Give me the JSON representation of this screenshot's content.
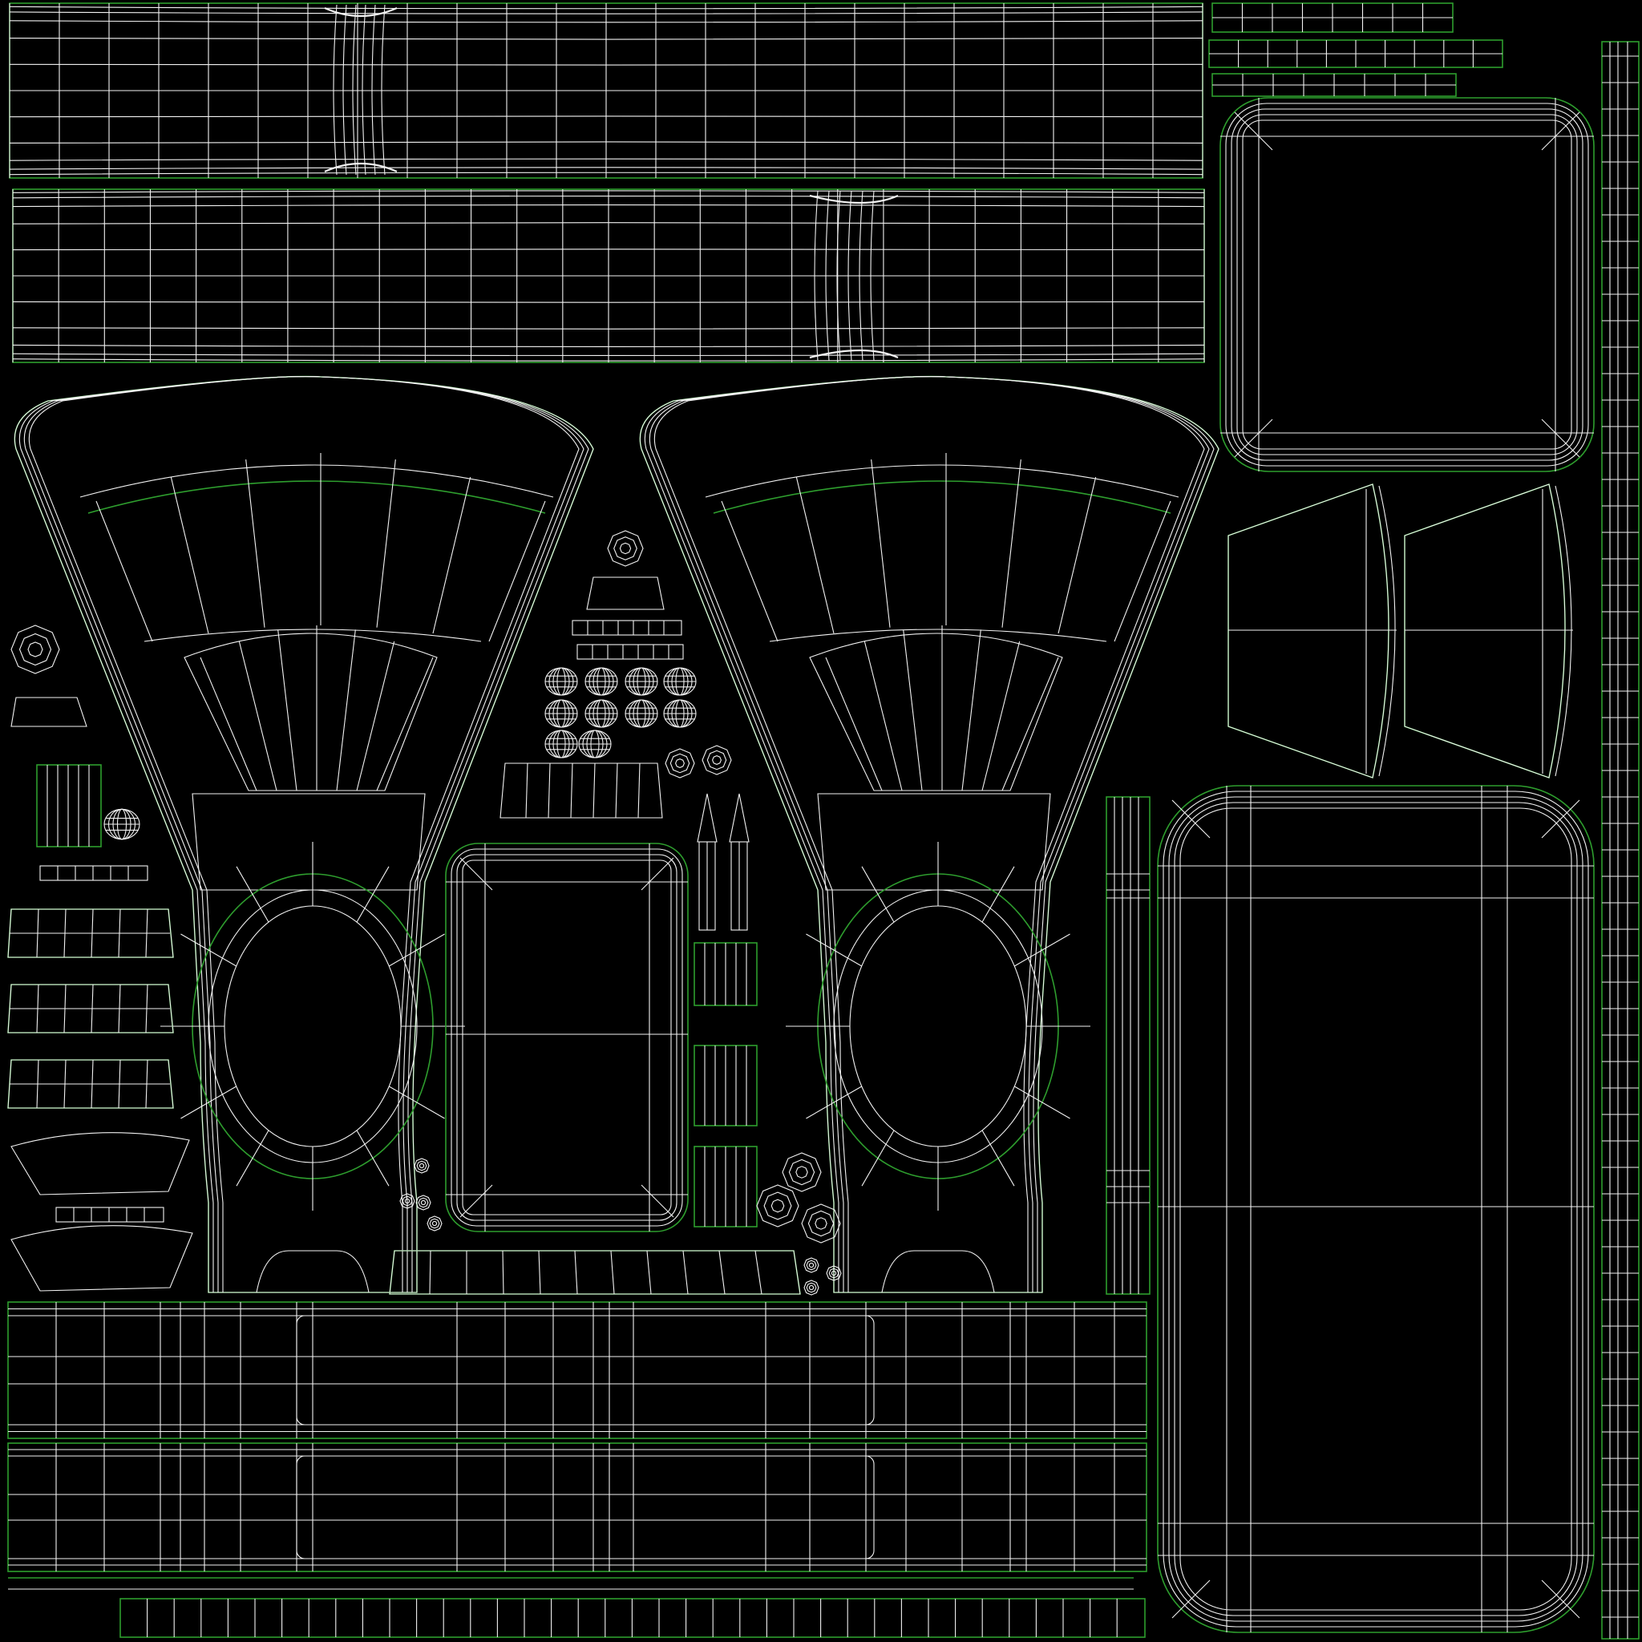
{
  "view": {
    "kind": "uv-wireframe-layout",
    "background_color": "#000000",
    "wire_color": "#f2f2f2",
    "seam_color": "#2e9e2e"
  },
  "shells": [
    {
      "name": "top-tube-strip-upper",
      "lines": 26,
      "rings": 6
    },
    {
      "name": "top-tube-strip-lower",
      "lines": 24,
      "rings": 8
    },
    {
      "name": "rounded-panel-small",
      "bevels": 4
    },
    {
      "name": "rounded-panel-large",
      "bevels": 4
    },
    {
      "name": "speaker-shell-left",
      "spokes": 7,
      "rings": 6
    },
    {
      "name": "speaker-shell-right",
      "spokes": 7,
      "rings": 6
    },
    {
      "name": "center-rounded-rect",
      "bevels": 4
    },
    {
      "name": "bottom-strip-upper",
      "lines": 30
    },
    {
      "name": "bottom-strip-lower",
      "lines": 30
    },
    {
      "name": "bottom-thin-strip",
      "segments": 38
    },
    {
      "name": "trapezoid-shell-left"
    },
    {
      "name": "trapezoid-shell-right"
    },
    {
      "name": "vertical-rail-right",
      "segments": 60
    },
    {
      "name": "vertical-rail-center",
      "segments": 10
    },
    {
      "name": "small-parts-cluster",
      "spheres": 10,
      "bolts": 14
    }
  ]
}
